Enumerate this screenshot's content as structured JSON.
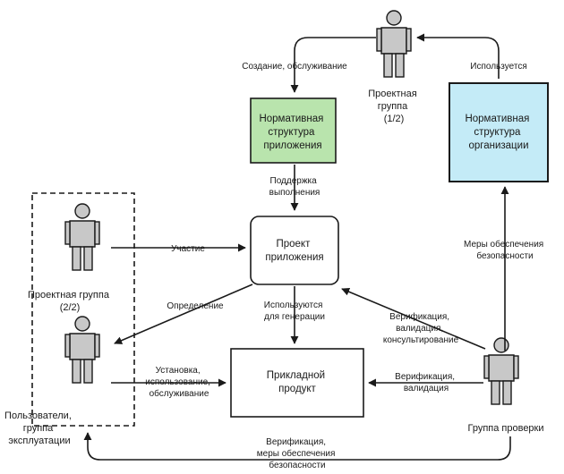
{
  "nodes": {
    "app_norm": {
      "lines": [
        "Нормативная",
        "структура",
        "приложения"
      ],
      "fill": "#b9e4ad"
    },
    "org_norm": {
      "lines": [
        "Нормативная",
        "структура",
        "организации"
      ],
      "fill": "#c4ebf7"
    },
    "app_project": {
      "lines": [
        "Проект",
        "приложения"
      ],
      "fill": "#ffffff"
    },
    "product": {
      "lines": [
        "Прикладной",
        "продукт"
      ],
      "fill": "#ffffff"
    }
  },
  "people": {
    "project_team_1": {
      "lines": [
        "Проектная",
        "группа",
        "(1/2)"
      ]
    },
    "project_team_2": {
      "lines": [
        "Проектная группа",
        "(2/2)"
      ]
    },
    "users": {
      "lines": [
        "Пользователи,",
        "группа",
        "эксплуатации"
      ]
    },
    "verification_group": {
      "lines": [
        "Группа проверки"
      ]
    }
  },
  "edges": {
    "create_maintain": {
      "lines": [
        "Создание, обслуживание"
      ]
    },
    "used": {
      "lines": [
        "Используется"
      ]
    },
    "exec_support": {
      "lines": [
        "Поддержка",
        "выполнения"
      ]
    },
    "participation": {
      "lines": [
        "Участие"
      ]
    },
    "security_measures": {
      "lines": [
        "Меры обеспечения",
        "безопасности"
      ]
    },
    "definition": {
      "lines": [
        "Определение"
      ]
    },
    "used_for_generation": {
      "lines": [
        "Используются",
        "для генерации"
      ]
    },
    "verif_valid_consult": {
      "lines": [
        "Верификация,",
        "валидация,",
        "консультирование"
      ]
    },
    "install_use_maint": {
      "lines": [
        "Установка,",
        "использование,",
        "обслуживание"
      ]
    },
    "verif_valid": {
      "lines": [
        "Верификация,",
        "валидация"
      ]
    },
    "verif_security_bottom": {
      "lines": [
        "Верификация,",
        "меры обеспечения",
        "безопасности"
      ]
    }
  },
  "colors": {
    "stroke": "#1a1a1a",
    "person_fill": "#c8c8c8"
  }
}
